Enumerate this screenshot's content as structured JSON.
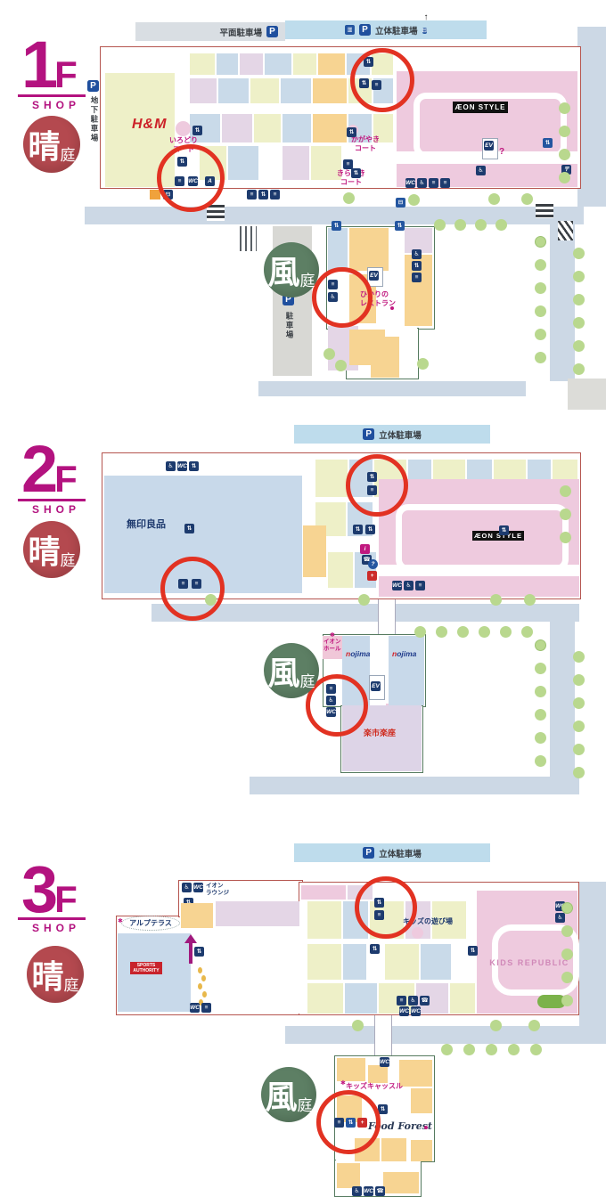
{
  "colors": {
    "floor_accent": "#b3127f",
    "hare_badge": "#b4494f",
    "kaze_badge": "#5d7f64",
    "highlight_circle": "#e23222",
    "main_outline": "#b5554f",
    "annex_outline": "#557a5f"
  },
  "icons": {
    "parking": "P",
    "escalator": "⇅",
    "elevator": "EV",
    "restroom": "WC",
    "wheelchair": "♿",
    "info": "?",
    "phone": "☎",
    "post": "〒",
    "atm": "A",
    "bus": "⊟",
    "cart": "▥",
    "up_arrow": "↑",
    "stairs": "≡",
    "aed": "+",
    "service": "i"
  },
  "badges": {
    "hare_big": "晴",
    "hare_small": "庭",
    "kaze_big": "風",
    "kaze_small": "庭"
  },
  "parking": {
    "flat": "平面駐車場",
    "multi": "立体駐車場",
    "underground": "地下駐車場",
    "annex": "駐車場"
  },
  "floors": [
    {
      "number": "1",
      "suffix": "F",
      "shop": "SHOP",
      "stores": {
        "hm": "H&M",
        "aeon_style": "ÆON STYLE",
        "hikari": "ひかりの\nレストラン"
      },
      "courts": {
        "irodori": "いろどり\nコート",
        "kagayaki": "かがやき\nコート",
        "kirameki": "きらめき\nコート"
      }
    },
    {
      "number": "2",
      "suffix": "F",
      "shop": "SHOP",
      "stores": {
        "muji": "無印良品",
        "aeon_style": "ÆON STYLE",
        "aeon_hall": "イオン\nホール",
        "nojima": "nojima",
        "rakuichi": "楽市楽座"
      }
    },
    {
      "number": "3",
      "suffix": "F",
      "shop": "SHOP",
      "stores": {
        "aeon_lounge": "イオン\nラウンジ",
        "alp_terrace": "アルプテラス",
        "sports": "SPORTS\nAUTHORITY",
        "kids_play": "キッズの遊び場",
        "kids_republic": "KIDS REPUBLIC",
        "kids_castle": "キッズキャッスル",
        "food_forest": "Food Forest"
      }
    }
  ]
}
